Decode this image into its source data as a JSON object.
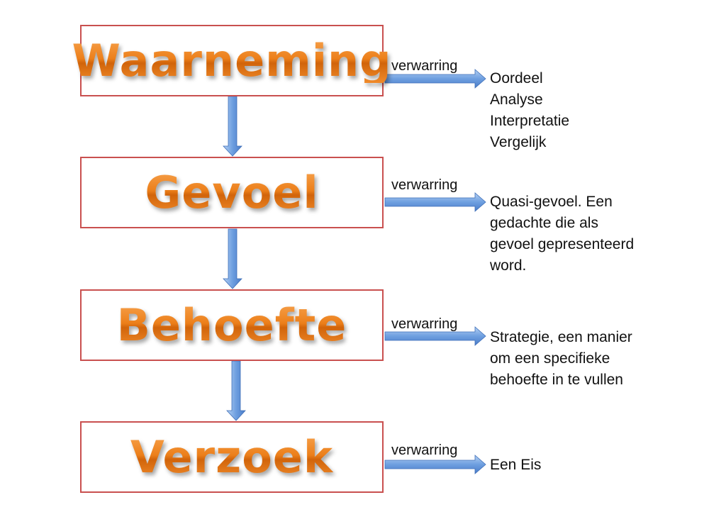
{
  "stages": [
    {
      "title": "Waarneming",
      "confusion_label": "verwarring",
      "result_lines": [
        "Oordeel",
        "Analyse",
        "Interpretatie",
        "Vergelijk"
      ]
    },
    {
      "title": "Gevoel",
      "confusion_label": "verwarring",
      "result_lines": [
        "Quasi-gevoel. Een",
        "gedachte die als",
        "gevoel gepresenteerd",
        "word."
      ]
    },
    {
      "title": "Behoefte",
      "confusion_label": "verwarring",
      "result_lines": [
        "Strategie, een manier",
        "om een specifieke",
        "behoefte in te vullen"
      ]
    },
    {
      "title": "Verzoek",
      "confusion_label": "verwarring",
      "result_lines": [
        "Een Eis"
      ]
    }
  ],
  "colors": {
    "box_border": "#c9504f",
    "title_orange": "#e8821c",
    "arrow_blue": "#5b8fd8",
    "arrow_blue_light": "#9cc0ee"
  }
}
